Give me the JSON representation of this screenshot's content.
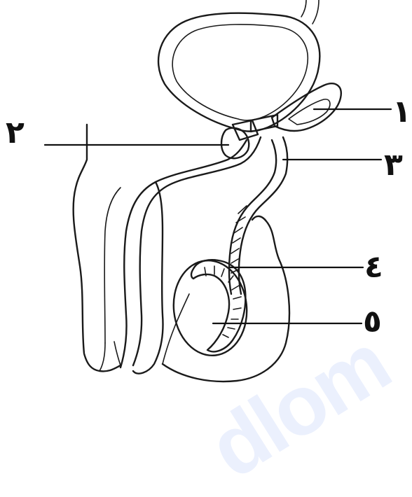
{
  "labels": {
    "one": "١",
    "two": "٢",
    "three": "٣",
    "four": "٤",
    "five": "٥"
  },
  "watermark": {
    "text": "dlom"
  },
  "colors": {
    "ink": "#1a1a1a",
    "watermark": "#5c84eb"
  }
}
